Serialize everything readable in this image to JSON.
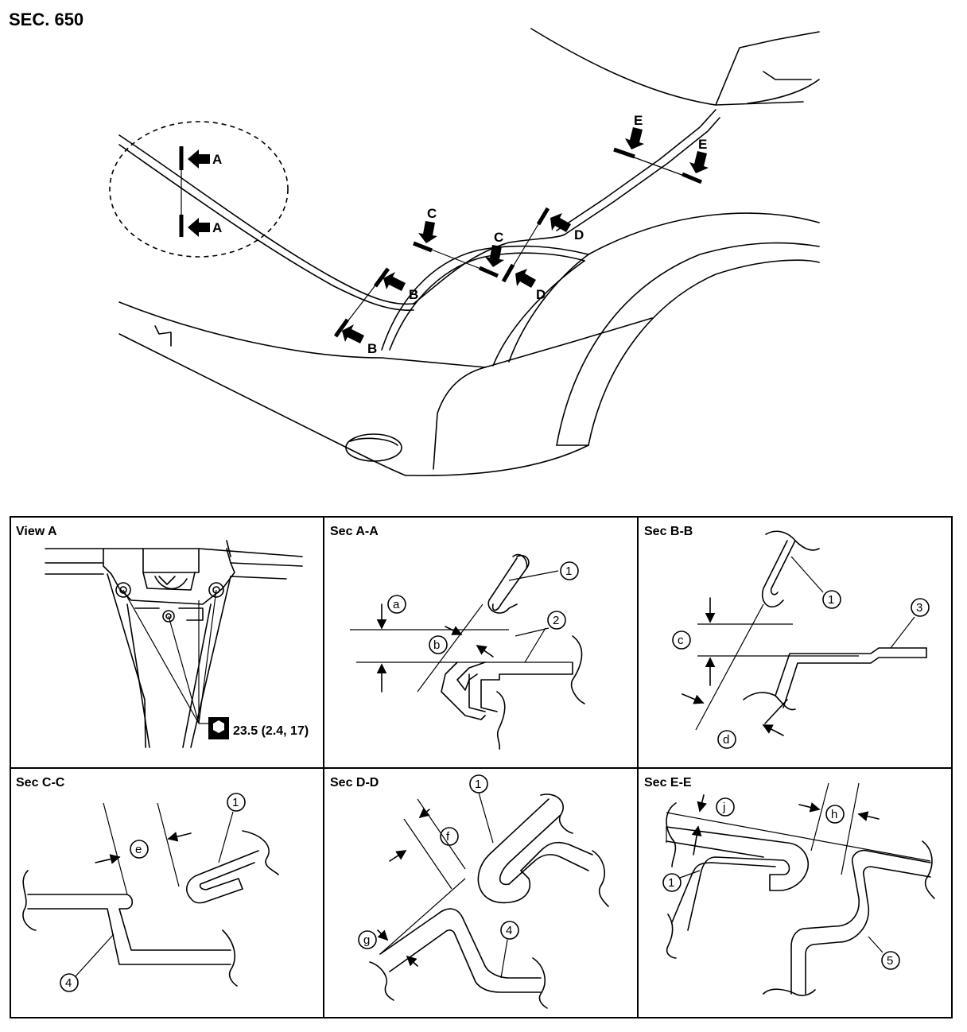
{
  "header": {
    "section": "SEC. 650"
  },
  "overview": {
    "arrow_labels": [
      "A",
      "A",
      "B",
      "B",
      "C",
      "C",
      "D",
      "D",
      "E",
      "E"
    ]
  },
  "panels": {
    "view_a": {
      "title": "View A",
      "torque": "23.5 (2.4, 17)"
    },
    "sec_aa": {
      "title": "Sec A-A",
      "dims": [
        "a",
        "b"
      ],
      "parts": [
        "1",
        "2"
      ]
    },
    "sec_bb": {
      "title": "Sec B-B",
      "dims": [
        "c",
        "d"
      ],
      "parts": [
        "1",
        "3"
      ]
    },
    "sec_cc": {
      "title": "Sec C-C",
      "dims": [
        "e"
      ],
      "parts": [
        "1",
        "4"
      ]
    },
    "sec_dd": {
      "title": "Sec D-D",
      "dims": [
        "f",
        "g"
      ],
      "parts": [
        "1",
        "4"
      ]
    },
    "sec_ee": {
      "title": "Sec E-E",
      "dims": [
        "j",
        "h"
      ],
      "parts": [
        "1",
        "5"
      ]
    }
  }
}
